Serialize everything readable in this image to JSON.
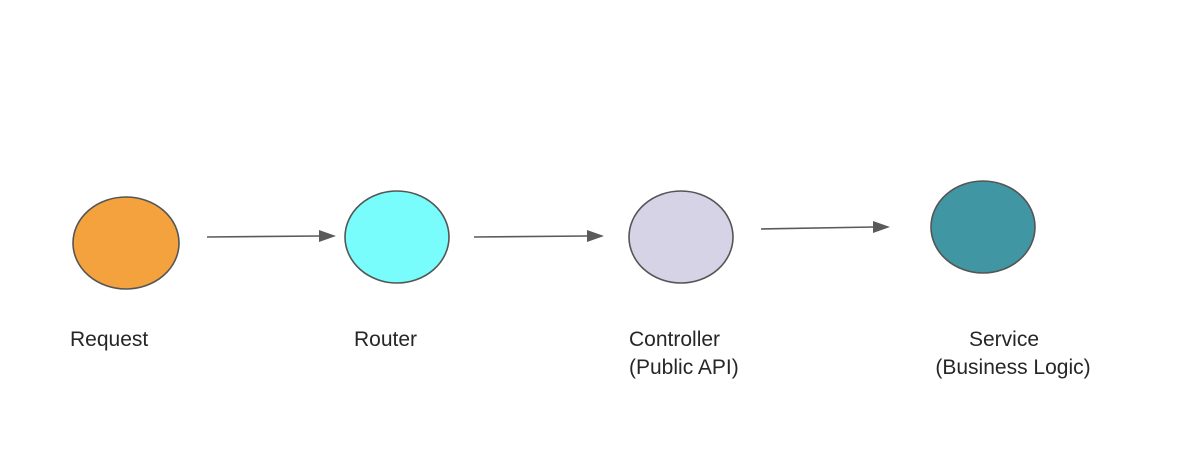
{
  "diagram": {
    "nodes": [
      {
        "id": "request",
        "lines": [
          "Request"
        ],
        "color": "#F4A23D"
      },
      {
        "id": "router",
        "lines": [
          "Router"
        ],
        "color": "#78FCFC"
      },
      {
        "id": "controller",
        "lines": [
          "Controller",
          "(Public API)"
        ],
        "color": "#D6D3E6"
      },
      {
        "id": "service",
        "lines": [
          "Service",
          "(Business Logic)"
        ],
        "color": "#4196A4"
      }
    ],
    "edges": [
      {
        "from": "request",
        "to": "router"
      },
      {
        "from": "router",
        "to": "controller"
      },
      {
        "from": "controller",
        "to": "service"
      }
    ]
  }
}
